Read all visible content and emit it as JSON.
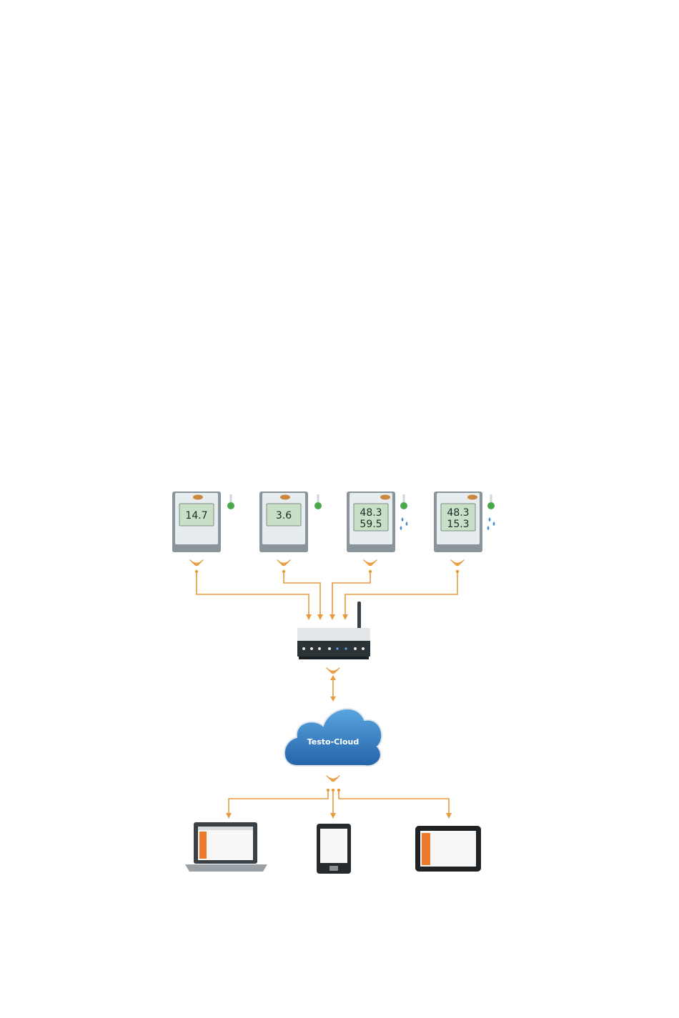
{
  "colors": {
    "background": "#ffffff",
    "device_body": "#8a959b",
    "device_face": "#e7ecee",
    "lcd": "#c9e0c8",
    "connector": "#e89a3c",
    "thermometer": "#49a84a",
    "humidity_drop": "#4b8ec9",
    "cloud": "#2f7fc4",
    "router_body": "#e3e6e8",
    "router_panel": "#2c3337",
    "screen_accent": "#ee7b2b"
  },
  "loggers": [
    {
      "line1": "14.7",
      "line2": "",
      "icons": [
        "thermometer-icon"
      ]
    },
    {
      "line1": "3.6",
      "line2": "",
      "icons": [
        "thermometer-icon"
      ]
    },
    {
      "line1": "48.3",
      "line2": "59.5",
      "icons": [
        "thermometer-icon",
        "humidity-drops-icon"
      ]
    },
    {
      "line1": "48.3",
      "line2": "15.3",
      "icons": [
        "thermometer-icon",
        "humidity-drops-icon"
      ]
    }
  ],
  "cloud": {
    "label": "Testo-Cloud"
  },
  "clients": [
    {
      "icon": "laptop-icon"
    },
    {
      "icon": "smartphone-icon"
    },
    {
      "icon": "tablet-icon"
    }
  ]
}
